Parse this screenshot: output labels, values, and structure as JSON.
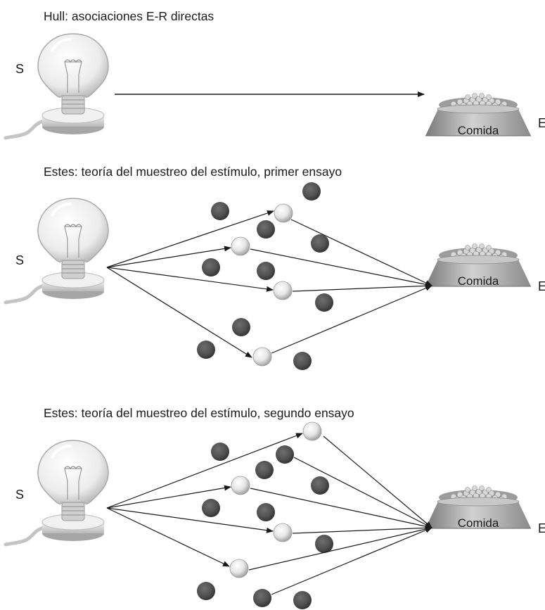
{
  "panels": [
    {
      "title": "Hull: asociaciones E-R directas",
      "stimulus_label": "S",
      "response_label": "E",
      "food_label": "Comida"
    },
    {
      "title": "Estes: teoría del muestreo del estímulo, primer ensayo",
      "stimulus_label": "S",
      "response_label": "E",
      "food_label": "Comida"
    },
    {
      "title": "Estes: teoría del muestreo del estímulo, segundo ensayo",
      "stimulus_label": "S",
      "response_label": "E",
      "food_label": "Comida"
    }
  ],
  "colors": {
    "sampled_element": "#e6e6e6",
    "unsampled_element": "#505050",
    "arrow": "#1a1a1a"
  }
}
